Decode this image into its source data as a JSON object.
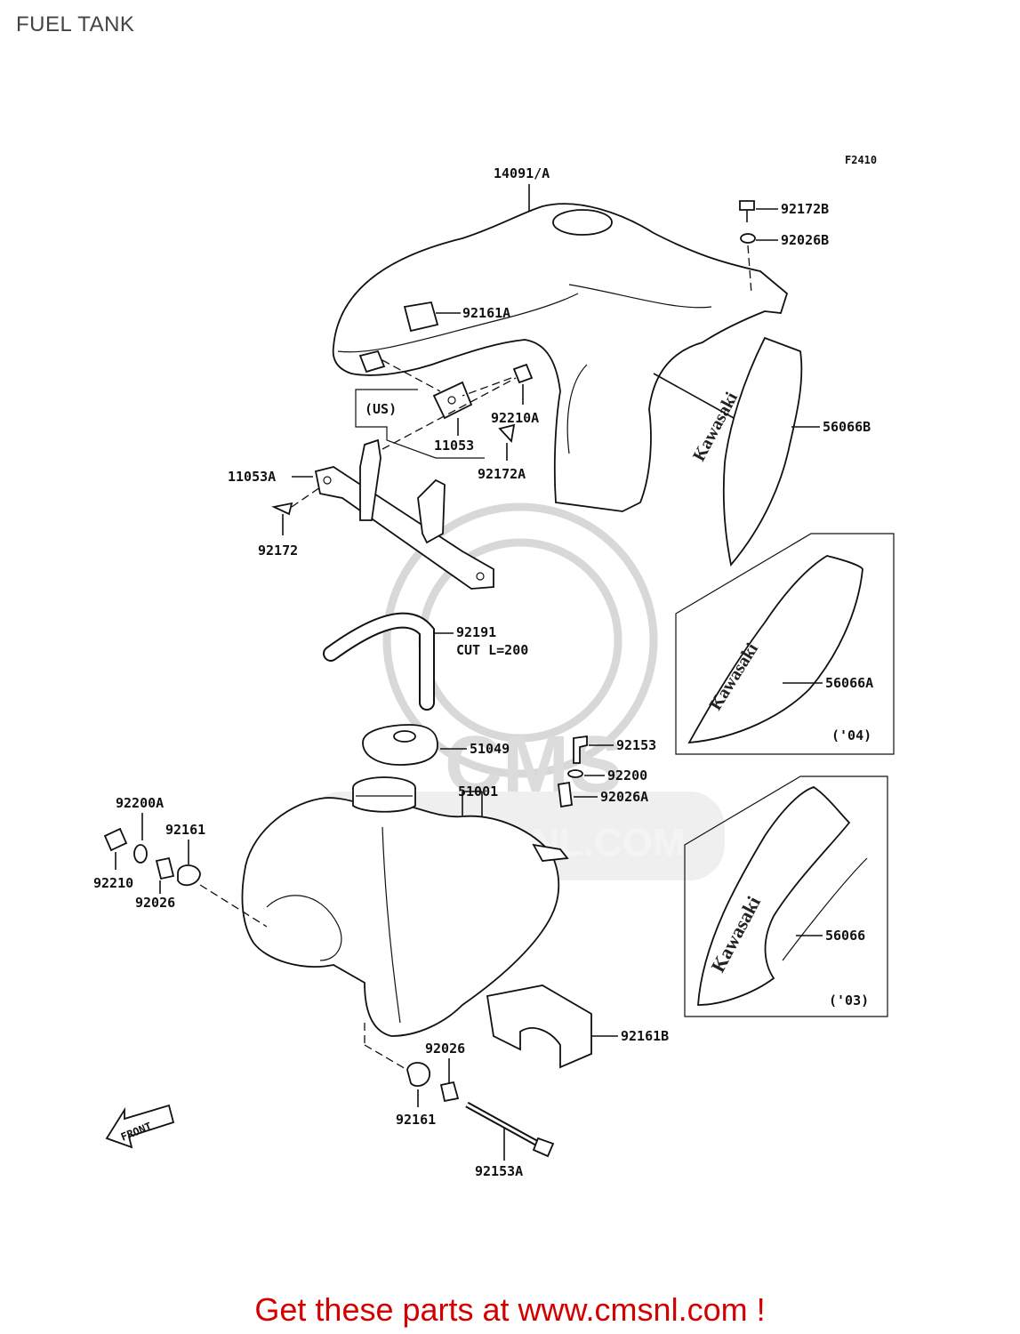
{
  "header": {
    "title": "FUEL TANK"
  },
  "diagram": {
    "figure_code": "F2410",
    "watermark_text": "WWW.CMSNL.COM",
    "watermark_logo": "CMS",
    "front_label": "FRONT",
    "us_label": "(US)",
    "labels": {
      "p14091A": "14091/A",
      "p92172B": "92172B",
      "p92026B": "92026B",
      "p92161A": "92161A",
      "p92210A": "92210A",
      "p11053": "11053",
      "p92172A": "92172A",
      "p56066B": "56066B",
      "p11053A": "11053A",
      "p92172": "92172",
      "p92191": "92191",
      "p92191cut": "CUT L=200",
      "p56066A": "56066A",
      "p51049": "51049",
      "p92153": "92153",
      "p92200": "92200",
      "p92026A": "92026A",
      "p51001": "51001",
      "p92200A": "92200A",
      "p92161left": "92161",
      "p92210": "92210",
      "p92026left": "92026",
      "p56066": "56066",
      "p92161B": "92161B",
      "p92026bottom": "92026",
      "p92161bottom": "92161",
      "p92153A": "92153A",
      "year04": "('04)",
      "year03": "('03)",
      "decal_brand": "Kawasaki"
    }
  },
  "footer": {
    "cta": "Get these parts at www.cmsnl.com !"
  }
}
